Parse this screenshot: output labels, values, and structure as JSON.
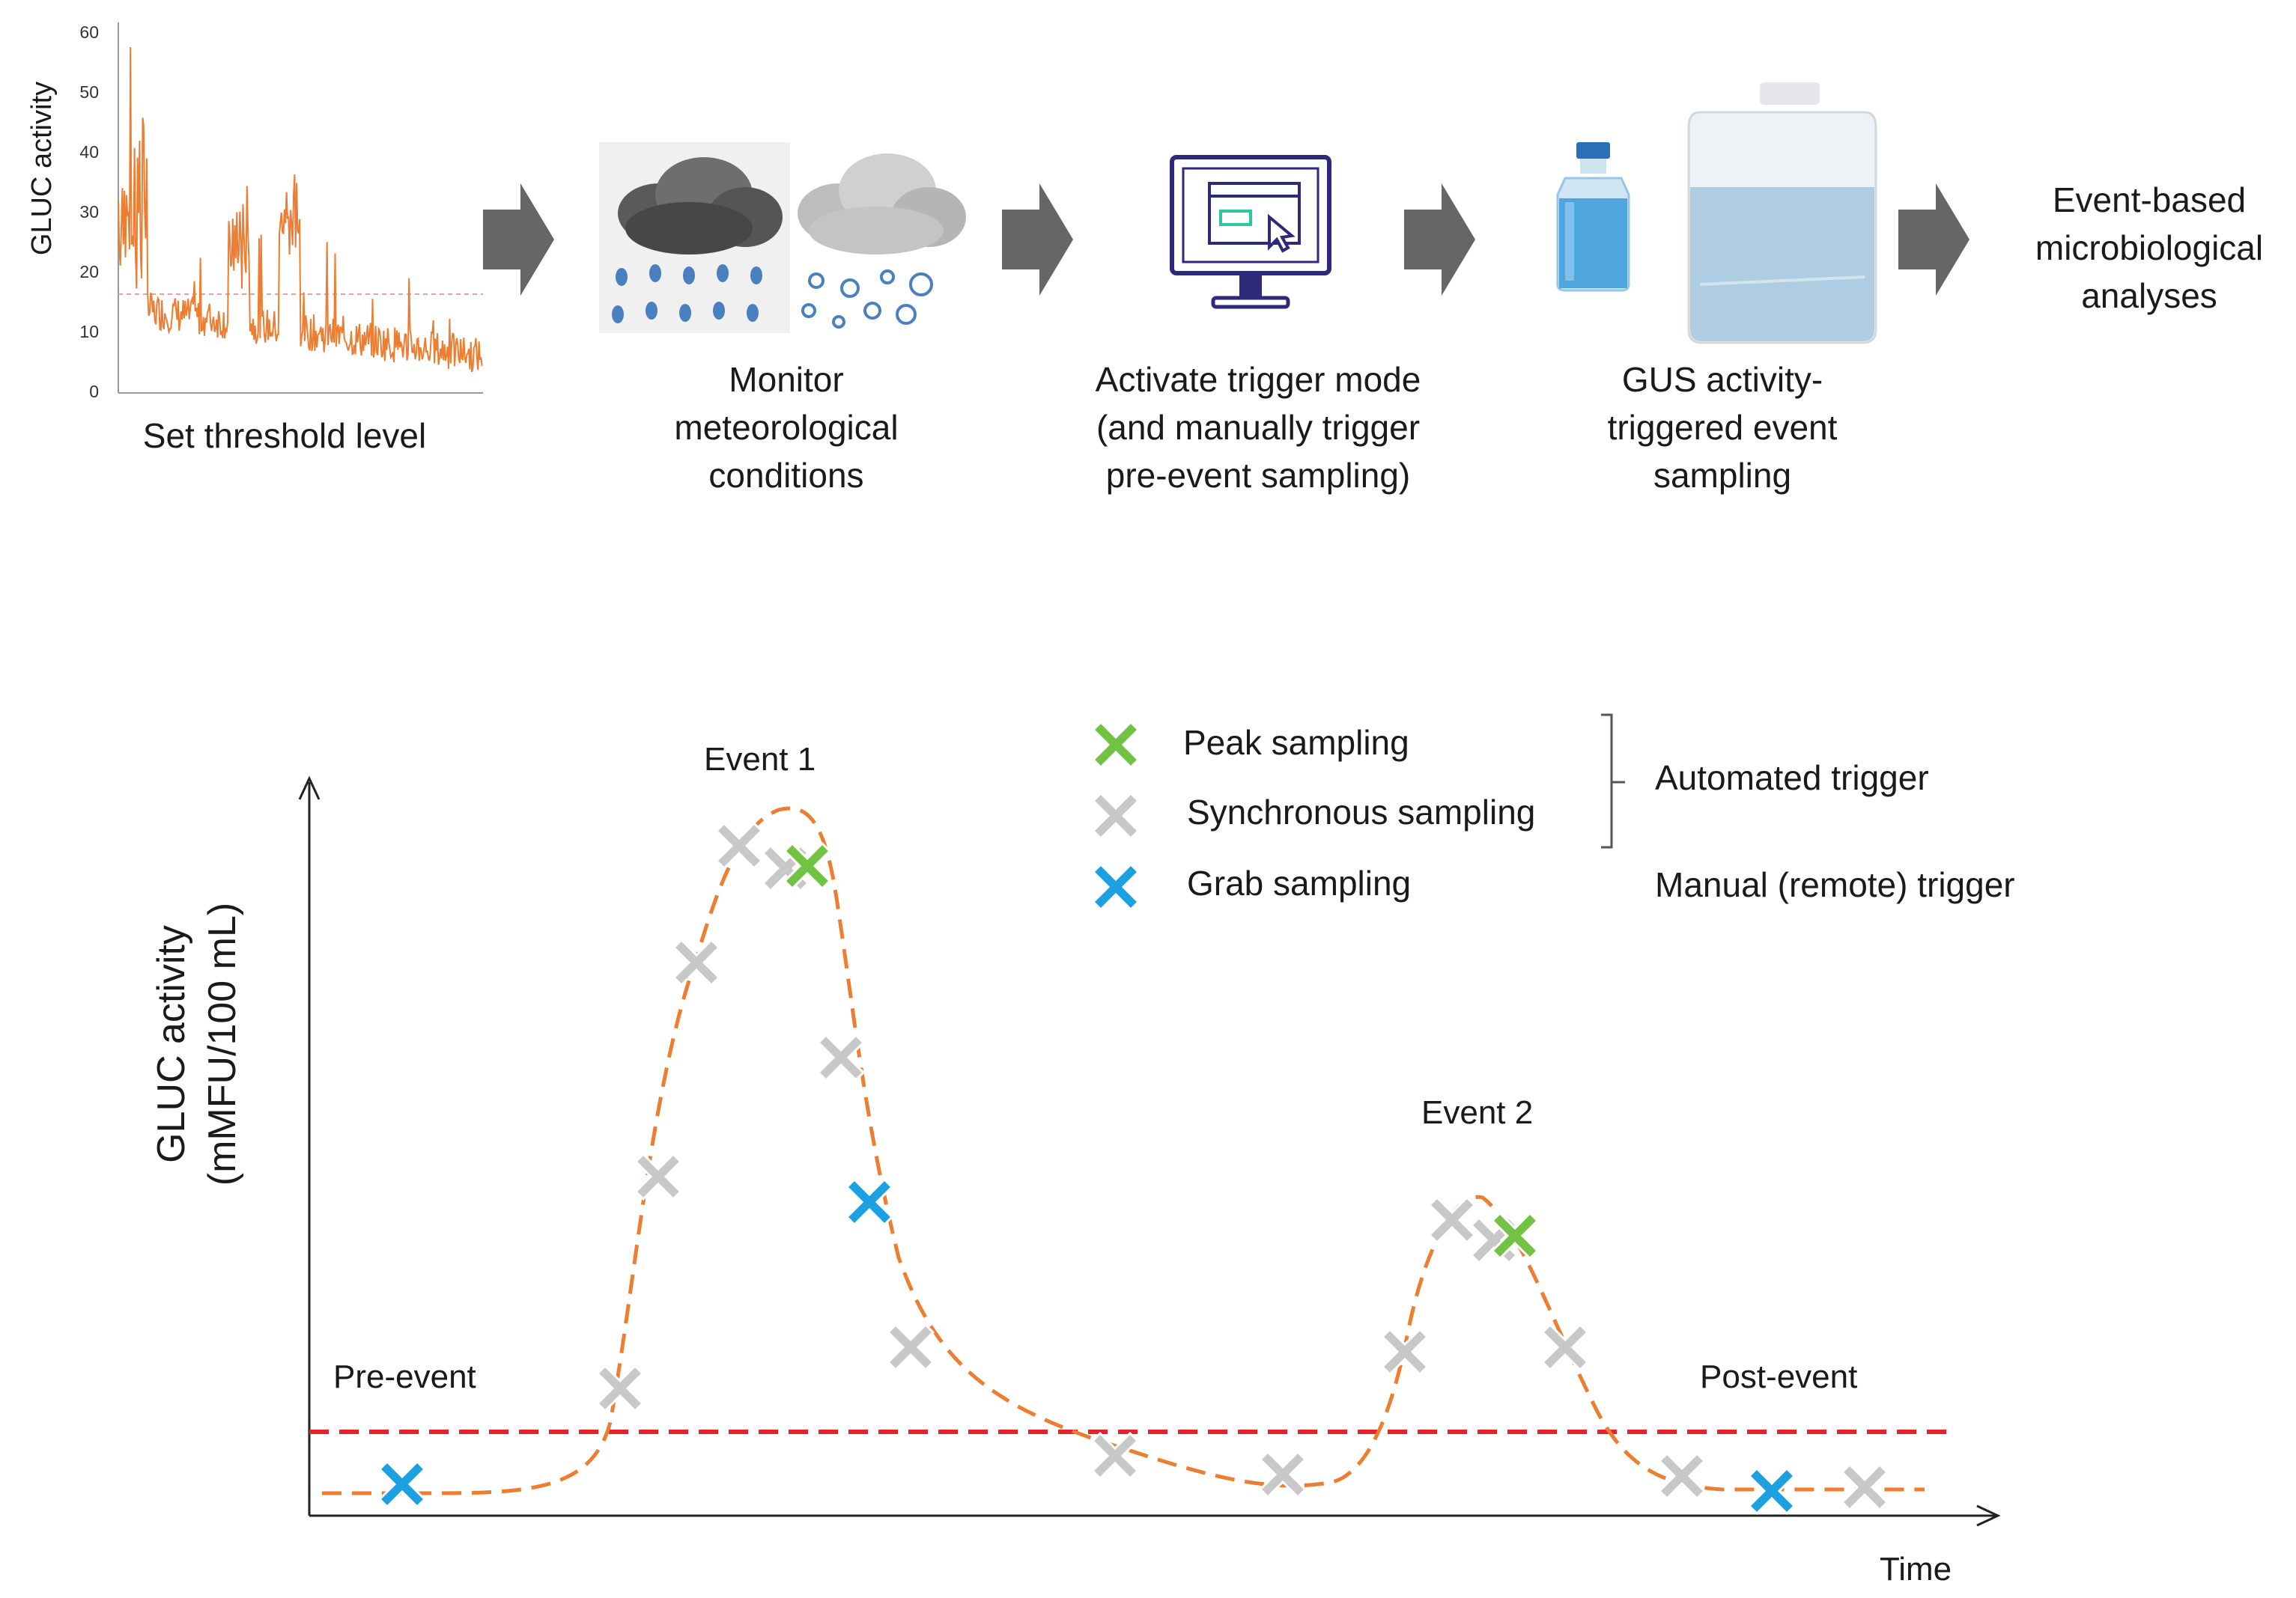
{
  "workflow": {
    "steps": [
      {
        "lines": [
          "Set threshold level"
        ],
        "icon": "threshold-chart-icon"
      },
      {
        "lines": [
          "Monitor",
          "meteorological",
          "conditions"
        ],
        "icon": "weather-clouds-icon"
      },
      {
        "lines": [
          "Activate trigger mode",
          "(and manually trigger",
          "pre-event sampling)"
        ],
        "icon": "computer-monitor-icon"
      },
      {
        "lines": [
          "GUS activity-",
          "triggered event",
          "sampling"
        ],
        "icon": "sample-bottles-icon"
      },
      {
        "lines": [
          "Event-based",
          "microbiological",
          "analyses"
        ]
      }
    ]
  },
  "mini_chart": {
    "ylabel": "GLUC activity",
    "yticks": [
      "60",
      "50",
      "40",
      "30",
      "20",
      "10",
      "0"
    ],
    "threshold": 16,
    "ylim": [
      0,
      60
    ],
    "line_color": "#ED7D31",
    "threshold_color": "#E8A0A0"
  },
  "event_plot": {
    "ylabel_line1": "GLUC activity",
    "ylabel_line2": "(mMFU/100 mL)",
    "xlabel": "Time",
    "annotations": {
      "pre_event": "Pre-event",
      "event1": "Event 1",
      "event2": "Event 2",
      "post_event": "Post-event"
    },
    "curve_color": "#ED7D31",
    "threshold_color": "#E8222B"
  },
  "legend": {
    "items": [
      {
        "label": "Peak sampling",
        "color": "#72C244",
        "icon": "green-x-marker-icon"
      },
      {
        "label": "Synchronous sampling",
        "color": "#C8C8C8",
        "icon": "gray-x-marker-icon"
      },
      {
        "label": "Grab sampling",
        "color": "#1BA1E2",
        "icon": "blue-x-marker-icon"
      }
    ],
    "automated": "Automated trigger",
    "manual": "Manual (remote) trigger"
  }
}
